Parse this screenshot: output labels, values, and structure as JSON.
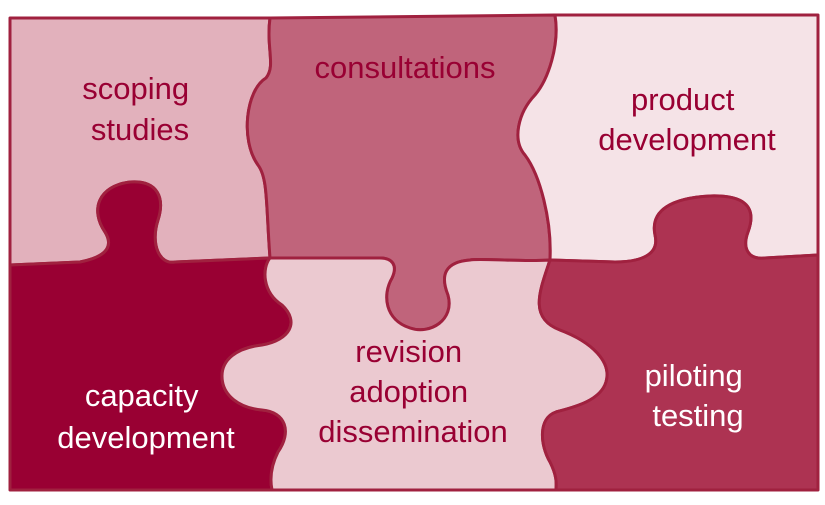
{
  "colors": {
    "outline": "#a0213f",
    "scoping": "#e2b1bc",
    "consult": "#c0647b",
    "product": "#f5e3e7",
    "capacity": "#990033",
    "revision": "#ebc9d0",
    "piloting": "#ad3352",
    "text_dark": "#990033",
    "text_light": "#ffffff"
  },
  "pieces": {
    "scoping": {
      "lines": [
        "scoping",
        "studies"
      ]
    },
    "consultations": {
      "lines": [
        "consultations"
      ]
    },
    "product": {
      "lines": [
        "product",
        "development"
      ]
    },
    "capacity": {
      "lines": [
        "capacity",
        "development"
      ]
    },
    "revision": {
      "lines": [
        "revision",
        "adoption",
        "dissemination"
      ]
    },
    "piloting": {
      "lines": [
        "piloting",
        "testing"
      ]
    }
  }
}
